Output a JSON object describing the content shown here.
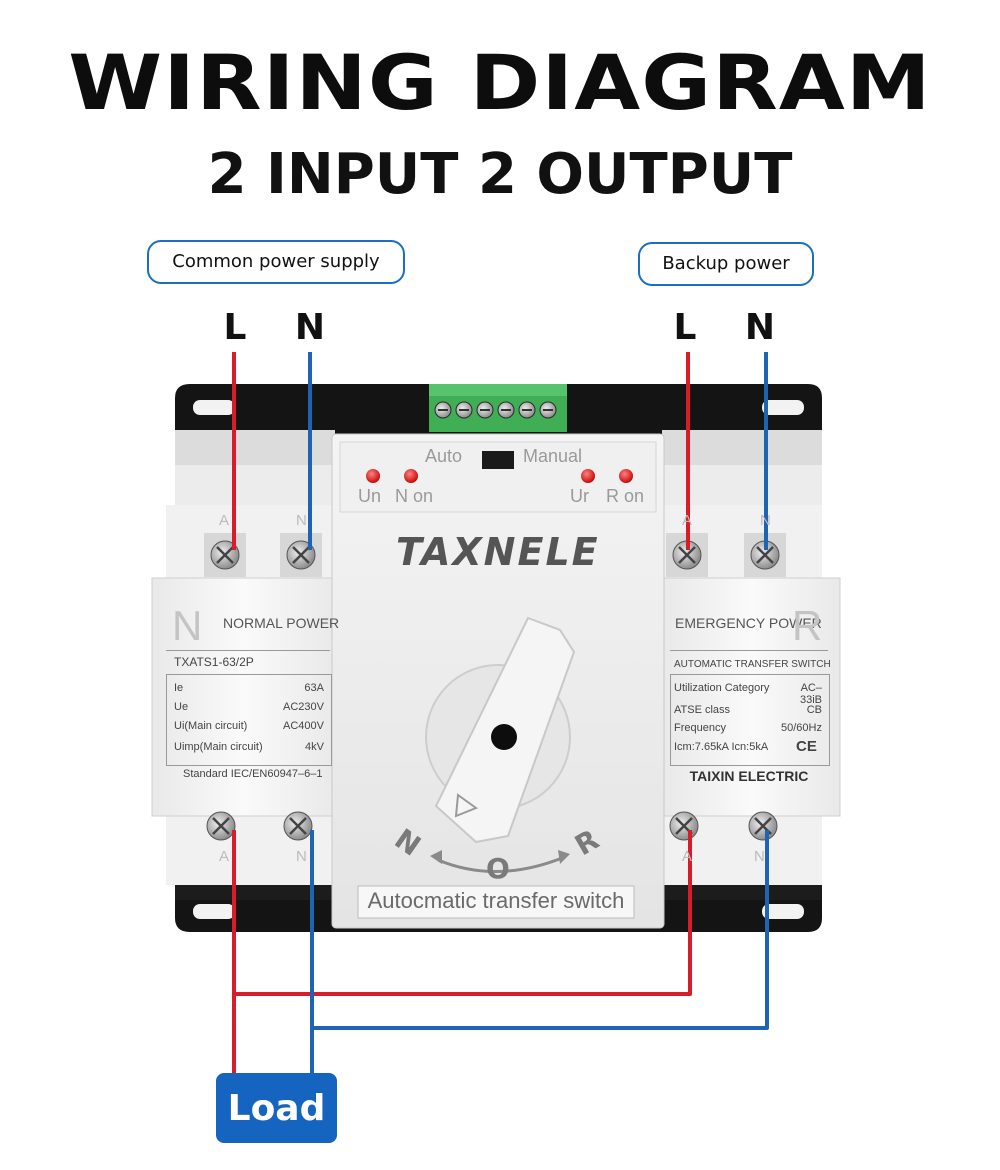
{
  "header": {
    "title": "WIRING DIAGRAM",
    "subtitle": "2 INPUT 2 OUTPUT"
  },
  "sources": {
    "common": {
      "label": "Common power supply",
      "line": "L",
      "neutral": "N"
    },
    "backup": {
      "label": "Backup power",
      "line": "L",
      "neutral": "N"
    }
  },
  "load": {
    "label": "Load"
  },
  "device": {
    "brand": "TAXNELE",
    "indicator": {
      "auto": "Auto",
      "manual": "Manual",
      "un": "Un",
      "n_on": "N on",
      "ur": "Ur",
      "r_on": "R on"
    },
    "terminals": {
      "a": "A",
      "n": "N"
    },
    "dial": {
      "n": "N",
      "o": "O",
      "r": "R"
    },
    "bottom_label": "Autocmatic transfer switch",
    "left_module": {
      "letter": "N",
      "title": "NORMAL  POWER",
      "model": "TXATS1-63/2P",
      "specs": [
        {
          "k": "Ie",
          "v": "63A"
        },
        {
          "k": "Ue",
          "v": "AC230V"
        },
        {
          "k": "Ui(Main circuit)",
          "v": "AC400V"
        },
        {
          "k": "Uimp(Main circuit)",
          "v": "4kV"
        }
      ],
      "standard": "Standard IEC/EN60947–6–1"
    },
    "right_module": {
      "letter": "R",
      "title": "EMERGENCY  POWER",
      "heading": "AUTOMATIC  TRANSFER  SWITCH",
      "util_label": "Utilization Category",
      "util_value": "AC–33iB",
      "class_label": "ATSE class",
      "class_value": "CB",
      "freq_label": "Frequency",
      "freq_value": "50/60Hz",
      "current": "Icm:7.65kA Icn:5kA",
      "ce": "CE",
      "maker": "TAIXIN ELECTRIC"
    }
  },
  "colors": {
    "live_wire": "#d81c2a",
    "neutral_wire": "#1e63b4",
    "accent": "#1565c0"
  }
}
